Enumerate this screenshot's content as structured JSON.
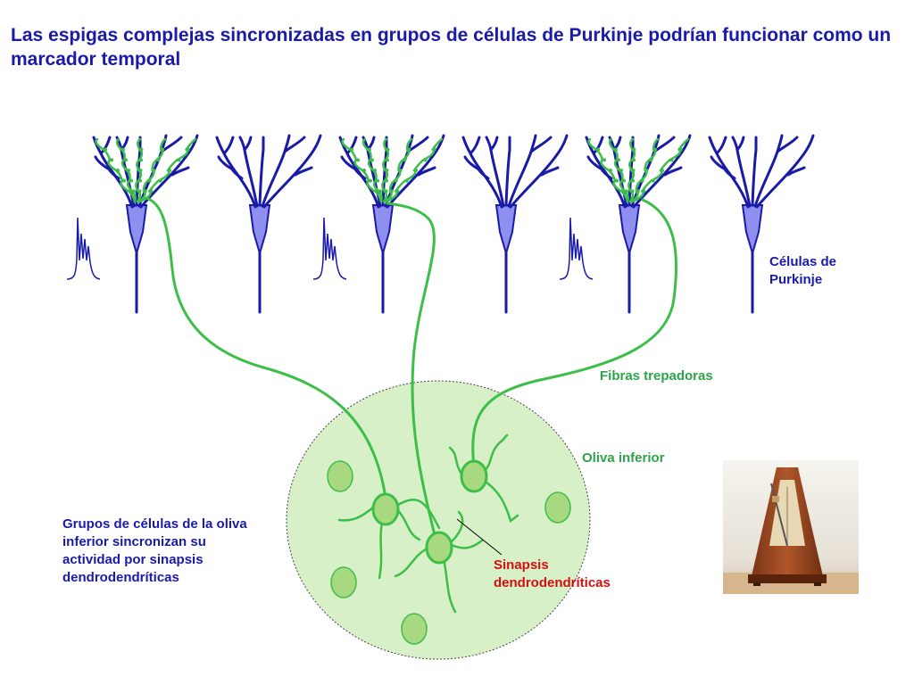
{
  "title": "Las espigas complejas sincronizadas en grupos de células de Purkinje podrían funcionar como un marcador temporal",
  "labels": {
    "purkinje_line1": "Células de",
    "purkinje_line2": "Purkinje",
    "climbing_fibers": "Fibras trepadoras",
    "inferior_olive": "Oliva inferior",
    "groups_line1": "Grupos de células de la oliva",
    "groups_line2": "inferior sincronizan su",
    "groups_line3": "actividad por sinapsis",
    "groups_line4": "dendrodendríticas",
    "synapse_line1": "Sinapsis",
    "synapse_line2": "dendrodendríticas"
  },
  "colors": {
    "title": "#1a1aa8",
    "purkinje": "#1a1aa8",
    "purkinje_fill": "#8f8ff0",
    "climbing_fiber": "#3cbf48",
    "olive_region": "#d8f0c8",
    "olive_cell": "#a8d880",
    "synapse_label": "#d01010"
  },
  "icons": {
    "metronome": "metronome-image"
  }
}
